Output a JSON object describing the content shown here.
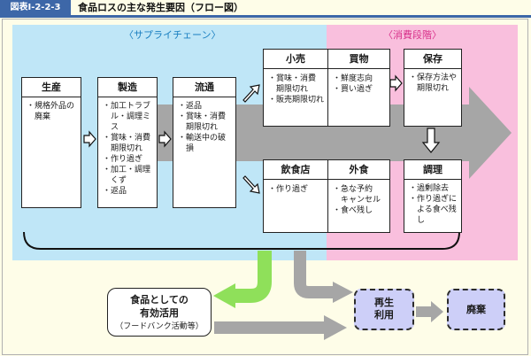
{
  "header": {
    "figure_label": "図表Ⅰ-2-2-3",
    "title": "食品ロスの主な発生要因（フロー図）"
  },
  "zones": {
    "supply_chain_label": "〈サプライチェーン〉",
    "consumption_label": "〈消費段階〉",
    "colors": {
      "supply": "#bfe6f7",
      "consumption": "#f9bfdd",
      "header": "#3d67a8",
      "reuse": "#cdcff8",
      "green_arrow": "#8fe05a"
    }
  },
  "stages": {
    "production": {
      "title": "生産",
      "text": "・規格外品の\n　廃棄"
    },
    "manufacturing": {
      "title": "製造",
      "text": "・加工トラブ\n　ル・調理ミ\n　ス\n・賞味・消費\n　期限切れ\n・作り過ぎ\n・加工・調理\n　くず\n・返品"
    },
    "distribution": {
      "title": "流通",
      "text": "・返品\n・賞味・消費\n　期限切れ\n・輸送中の破\n　損"
    },
    "retail": {
      "title": "小売",
      "text": "・賞味・消費\n　期限切れ\n・販売期限切れ"
    },
    "purchase": {
      "title": "買物",
      "text": "・鮮度志向\n・買い過ぎ"
    },
    "storage": {
      "title": "保存",
      "text": "・保存方法や\n　期限切れ"
    },
    "restaurant": {
      "title": "飲食店",
      "text": "・作り過ぎ"
    },
    "eating_out": {
      "title": "外食",
      "text": "・急な予約\n　キャンセル\n・食べ残し"
    },
    "cooking": {
      "title": "調理",
      "text": "・過剰除去\n・作り過ぎに\n　よる食べ残\n　し"
    }
  },
  "outcomes": {
    "food_use_line1": "食品としての",
    "food_use_line2": "有効活用",
    "food_use_line3": "（フードバンク活動等）",
    "recycle_line1": "再生",
    "recycle_line2": "利用",
    "disposal": "廃棄"
  }
}
